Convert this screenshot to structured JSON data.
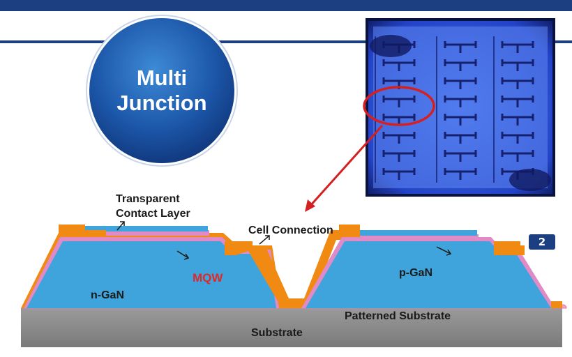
{
  "badge": "2",
  "circle": {
    "line1": "Multi",
    "line2": "Junction"
  },
  "labels": {
    "transparent_contact_line1": "Transparent",
    "transparent_contact_line2": "Contact Layer",
    "cell_connection": "Cell Connection",
    "mqw": "MQW",
    "n_gan": "n-GaN",
    "p_gan": "p-GaN",
    "patterned_substrate": "Patterned Substrate",
    "substrate": "Substrate"
  },
  "colors": {
    "header_blue": "#1c3f82",
    "substrate_gray": "#8c8c8c",
    "gan_blue": "#3fa4dc",
    "contact_orange": "#f08a12",
    "mqw_pink": "#e08ac8",
    "mqw_text_red": "#e02828",
    "highlight_red": "#d42020"
  }
}
